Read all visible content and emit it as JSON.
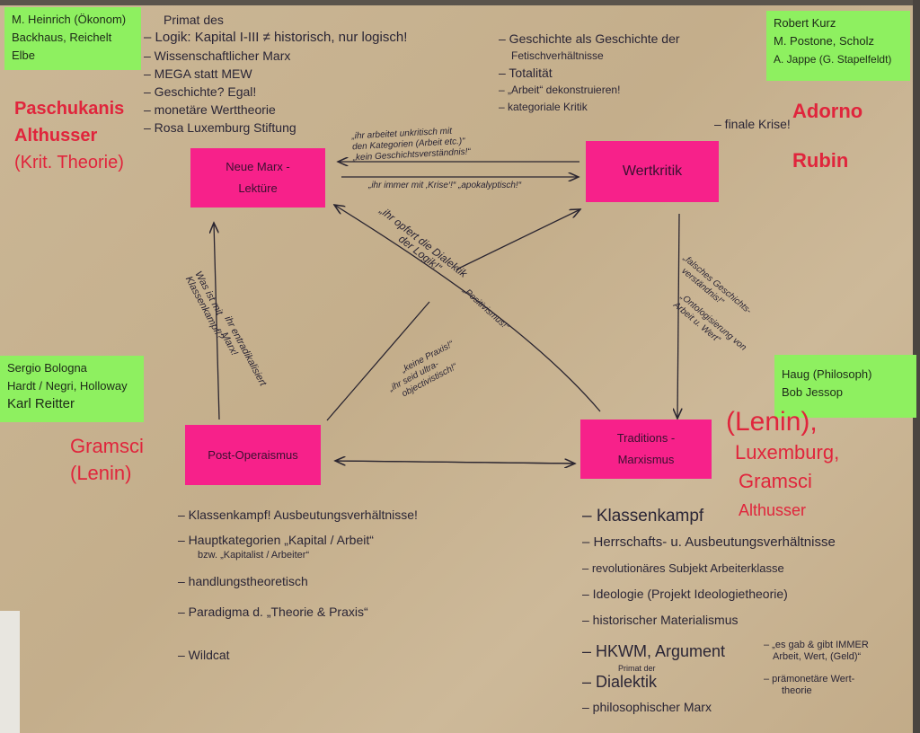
{
  "nodes": {
    "neue_marx": {
      "line1": "Neue Marx -",
      "line2": "Lektüre"
    },
    "wertkritik": {
      "label": "Wertkritik"
    },
    "post_operaismus": {
      "label": "Post-Operaismus"
    },
    "traditions_marxismus": {
      "line1": "Traditions -",
      "line2": "Marxismus"
    }
  },
  "green_notes": {
    "top_left": [
      "M. Heinrich (Ökonom)",
      "Backhaus, Reichelt",
      "Elbe"
    ],
    "top_right": [
      "Robert Kurz",
      "M. Postone, Scholz",
      "A. Jappe (G. Stapelfeldt)"
    ],
    "mid_left": [
      "Sergio Bologna",
      "Hardt / Negri, Holloway",
      "Karl Reitter"
    ],
    "mid_right": [
      "Haug (Philosoph)",
      "Bob Jessop"
    ]
  },
  "red_names": {
    "top_left": [
      "Paschukanis",
      "Althusser",
      "(Krit. Theorie)"
    ],
    "top_right": [
      "Adorno",
      "Rubin"
    ],
    "bottom_left": [
      "Gramsci",
      "(Lenin)"
    ],
    "bottom_right": [
      "(Lenin),",
      "Luxemburg,",
      "Gramsci",
      "Althusser"
    ]
  },
  "lists": {
    "neue_marx": [
      "Primat des",
      "– Logik: Kapital I-III ≠ historisch, nur logisch!",
      "– Wissenschaftlicher Marx",
      "– MEGA statt MEW",
      "– Geschichte? Egal!",
      "– monetäre Werttheorie",
      "– Rosa Luxemburg Stiftung"
    ],
    "wertkritik": [
      "– Geschichte als Geschichte der",
      "Fetischverhältnisse",
      "– Totalität",
      "– „Arbeit“ dekonstruieren!",
      "– kategoriale Kritik"
    ],
    "wertkritik_extra": "– finale Krise!",
    "post_operaismus": [
      "– Klassenkampf! Ausbeutungsverhältnisse!",
      "– Hauptkategorien „Kapital / Arbeit“",
      "bzw. „Kapitalist / Arbeiter“",
      "– handlungstheoretisch",
      "– Paradigma d. „Theorie & Praxis“",
      "– Wildcat"
    ],
    "traditions_marxismus": [
      "– Klassenkampf",
      "– Herrschafts- u. Ausbeutungsverhältnisse",
      "– revolutionäres Subjekt Arbeiterklasse",
      "– Ideologie (Projekt Ideologietheorie)",
      "– historischer Materialismus",
      "– HKWM, Argument",
      "Primat der",
      "– Dialektik",
      "– philosophischer Marx"
    ],
    "traditions_side": [
      "– „es gab & gibt IMMER",
      "Arbeit, Wert, (Geld)“",
      "– prämonetäre Wert-",
      "theorie"
    ]
  },
  "arrow_labels": {
    "wk_to_nml": [
      "„ihr arbeitet unkritisch mit",
      "den Kategorien (Arbeit etc.)“",
      "„kein Geschichtsverständnis!“"
    ],
    "nml_to_wk": "„ihr immer mit ‚Krise‘!“ „apokalyptisch!“",
    "po_to_nml": [
      "Was ist mit",
      "Klassenkampf!?"
    ],
    "po_to_nml_2": [
      "ihr entradikalisiert",
      "Marx!"
    ],
    "tm_to_nml": [
      "„ihr opfert die Dialektik",
      "der Logik!“"
    ],
    "positivismus": "„Positivismus!“",
    "po_to_wk": [
      "„keine Praxis!“",
      "„ihr seid ultra-",
      "objectivistisch!“"
    ],
    "wk_to_tm": [
      "„falsches Geschichts-",
      "verständnis!“"
    ],
    "wk_to_tm_2": [
      "„Ontologisierung von",
      "Arbeit u. Wert“"
    ]
  }
}
